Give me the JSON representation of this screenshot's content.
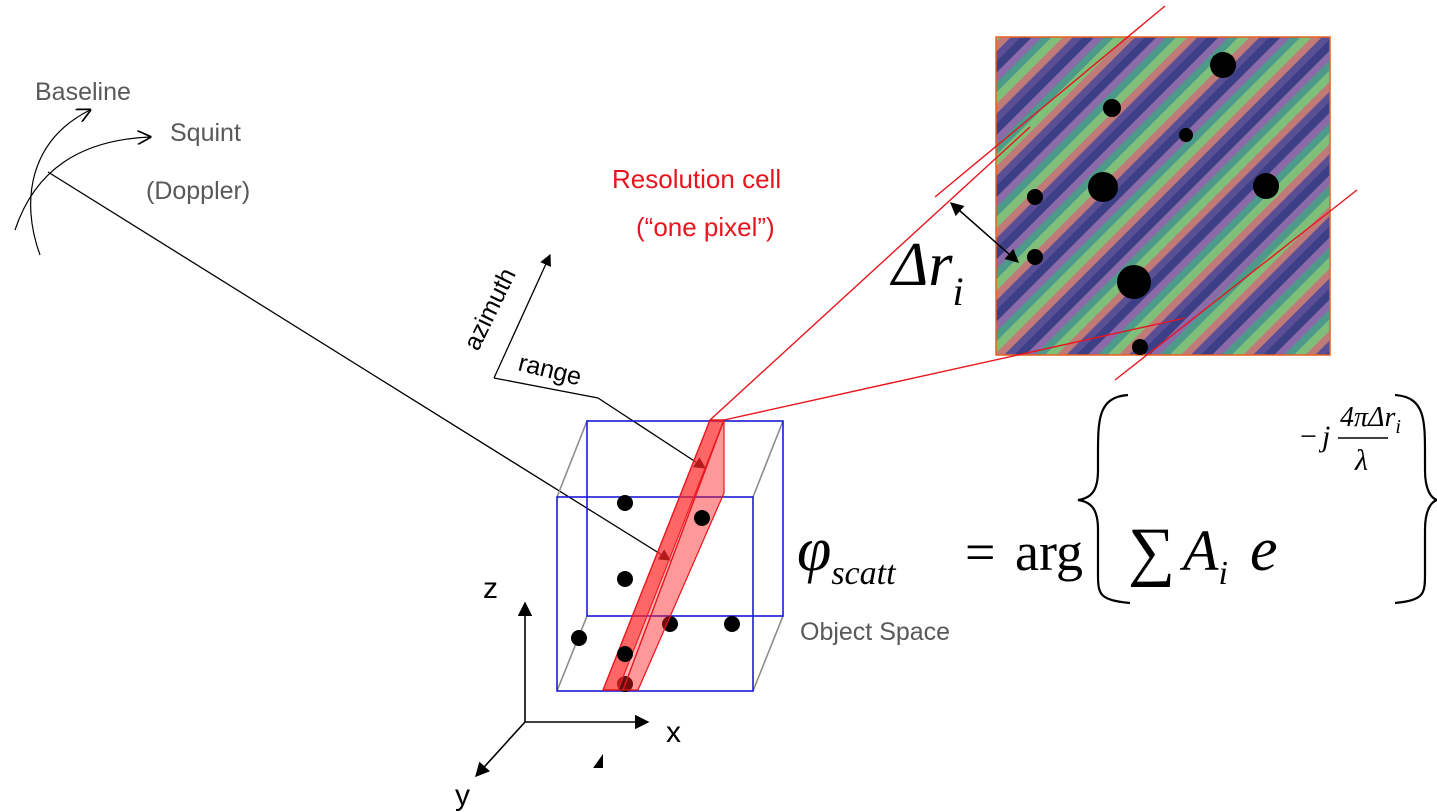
{
  "labels": {
    "baseline": "Baseline",
    "squint": "Squint",
    "doppler": "(Doppler)",
    "resolution_cell": "Resolution cell",
    "one_pixel": "(“one pixel”)",
    "azimuth": "azimuth",
    "range": "range",
    "object_space": "Object Space",
    "axis_z": "z",
    "axis_x": "x",
    "axis_y": "y"
  },
  "formula": {
    "phi": "φ",
    "phi_sub": "scatt",
    "equals": "=",
    "arg": "arg",
    "sum": "∑",
    "A": "A",
    "A_sub": "i",
    "e": "e",
    "minus": "−",
    "j": "j",
    "num": "4πΔr",
    "num_sub": "i",
    "den": "λ"
  },
  "delta": {
    "symbol": "Δr",
    "sub": "i"
  },
  "colors": {
    "red": "#e8141e",
    "blue": "#1a1ad6",
    "gray_text": "#595959",
    "gray_line": "#8c8c8c"
  }
}
